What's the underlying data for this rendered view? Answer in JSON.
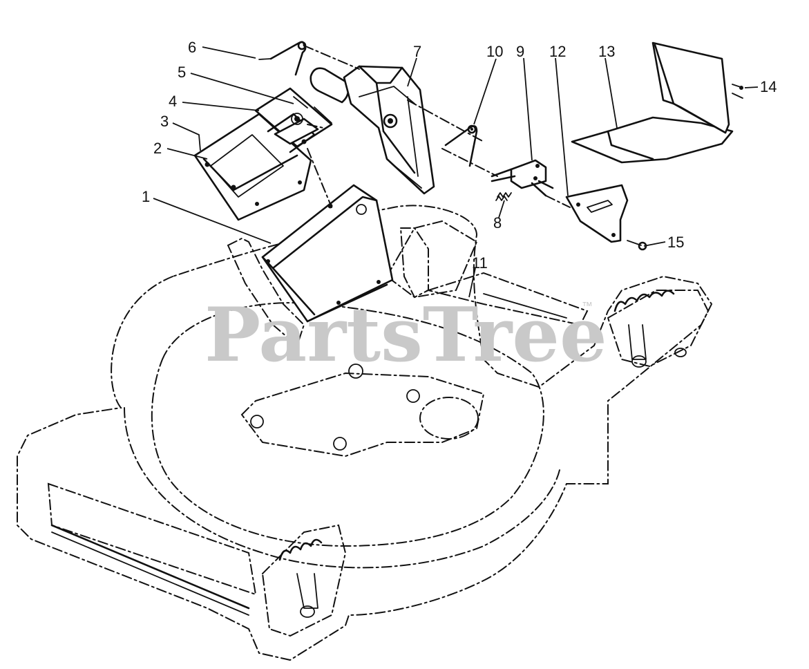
{
  "watermark": {
    "brand": "PartsTree",
    "trademark": "™"
  },
  "callouts": [
    {
      "id": "1",
      "label": "1"
    },
    {
      "id": "2",
      "label": "2"
    },
    {
      "id": "3",
      "label": "3"
    },
    {
      "id": "4",
      "label": "4"
    },
    {
      "id": "5",
      "label": "5"
    },
    {
      "id": "6",
      "label": "6"
    },
    {
      "id": "7",
      "label": "7"
    },
    {
      "id": "8",
      "label": "8"
    },
    {
      "id": "9",
      "label": "9"
    },
    {
      "id": "10",
      "label": "10"
    },
    {
      "id": "11",
      "label": "11"
    },
    {
      "id": "12",
      "label": "12"
    },
    {
      "id": "13",
      "label": "13"
    },
    {
      "id": "14",
      "label": "14"
    },
    {
      "id": "15",
      "label": "15"
    }
  ],
  "colors": {
    "ink": "#111111",
    "watermark": "#c9c9c9",
    "background": "#ffffff"
  }
}
